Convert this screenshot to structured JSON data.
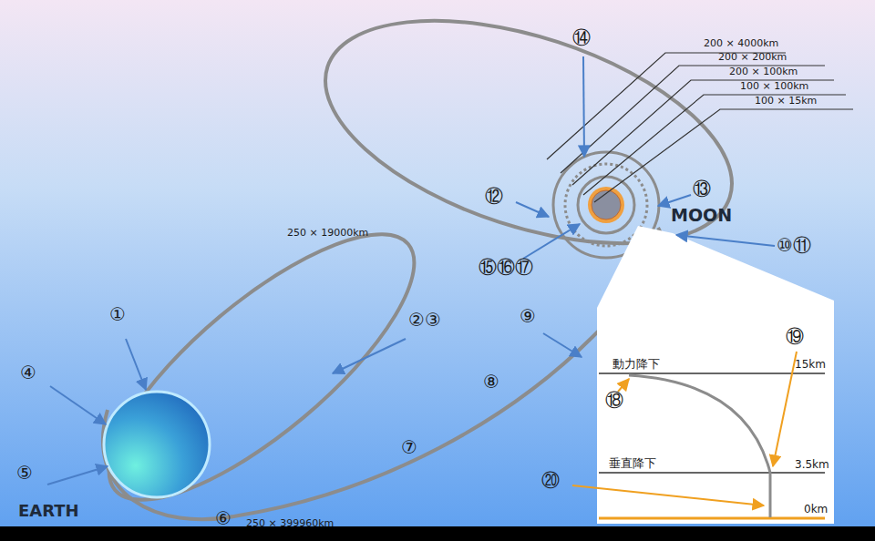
{
  "diagram": {
    "labels": [
      "①",
      "②③",
      "④",
      "⑤",
      "⑥",
      "⑦",
      "⑧",
      "⑨",
      "⑩⑪",
      "⑫",
      "⑬",
      "⑭",
      "⑮⑯⑰",
      "⑱",
      "⑲",
      "⑳",
      "200 × 4000km",
      "200 × 200km",
      "200 × 100km",
      "100 × 100km",
      "100 × 15km",
      "250 × 19000km",
      "250 × 399960km",
      "EARTH",
      "MOON",
      "動力降下",
      "15km",
      "垂直降下",
      "3.5km",
      "0km"
    ]
  }
}
